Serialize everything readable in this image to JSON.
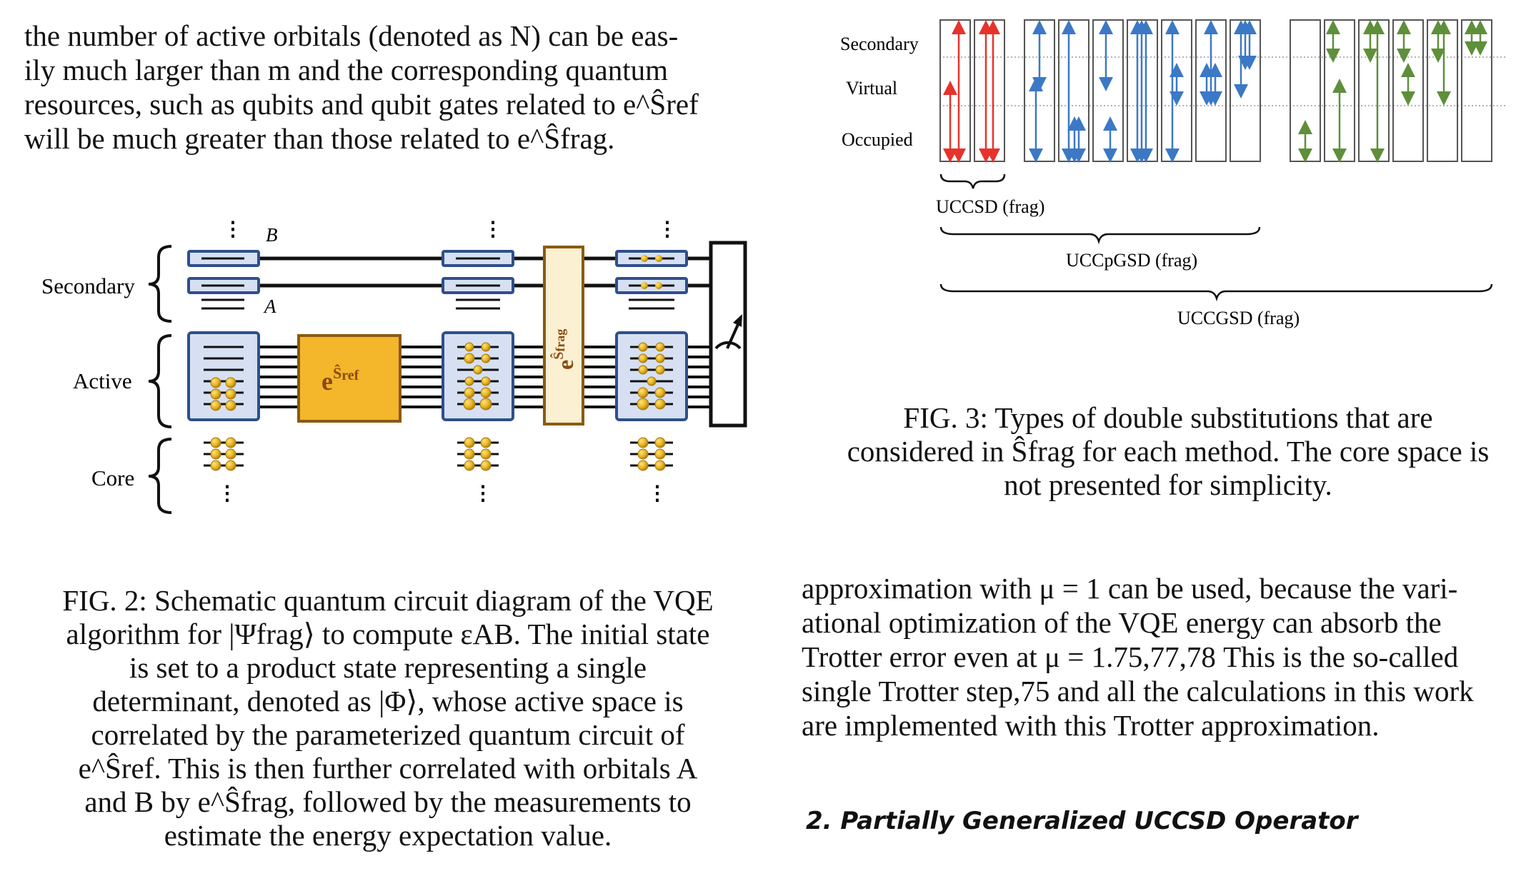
{
  "intro_paragraph": {
    "lines": [
      "the number of active orbitals (denoted as N) can be eas-",
      "ily much larger than m and the corresponding quantum",
      "resources, such as qubits and qubit gates related to e^Ŝref",
      "will be much greater than those related to e^Ŝfrag."
    ]
  },
  "fig2": {
    "labels": {
      "secondary": "Secondary",
      "active": "Active",
      "core": "Core",
      "orb_b": "B",
      "orb_a": "A"
    },
    "gate_ref": "e^Ŝref",
    "gate_frag": "e^Ŝfrag",
    "caption_lines": [
      "FIG. 2: Schematic quantum circuit diagram of the VQE",
      "algorithm for |Ψfrag⟩ to compute εAB. The initial state",
      "is set to a product state representing a single",
      "determinant, denoted as |Φ⟩, whose active space is",
      "correlated by the parameterized quantum circuit of",
      "e^Ŝref. This is then further correlated with orbitals A",
      "and B by e^Ŝfrag, followed by the measurements to",
      "estimate the energy expectation value."
    ]
  },
  "fig3": {
    "row_labels": {
      "secondary": "Secondary",
      "virtual": "Virtual",
      "occupied": "Occupied"
    },
    "bracket_labels": {
      "uccsd": "UCCSD (frag)",
      "uccpgsd": "UCCpGSD (frag)",
      "uccgsd": "UCCGSD (frag)"
    },
    "colors": {
      "red": "#e8322c",
      "blue": "#3b78c6",
      "green": "#5e8f3a"
    },
    "caption_lines": [
      "FIG. 3: Types of double substitutions that are",
      "considered in Ŝfrag for each method. The core space is",
      "not presented for simplicity."
    ]
  },
  "trotter_paragraph": {
    "lines": [
      "approximation with μ = 1 can be used, because the vari-",
      "ational optimization of the VQE energy can absorb the",
      "Trotter error even at μ = 1.75,77,78 This is the so-called",
      "single Trotter step,75 and all the calculations in this work",
      "are implemented with this Trotter approximation."
    ]
  },
  "section_heading": "2.   Partially Generalized UCCSD Operator"
}
